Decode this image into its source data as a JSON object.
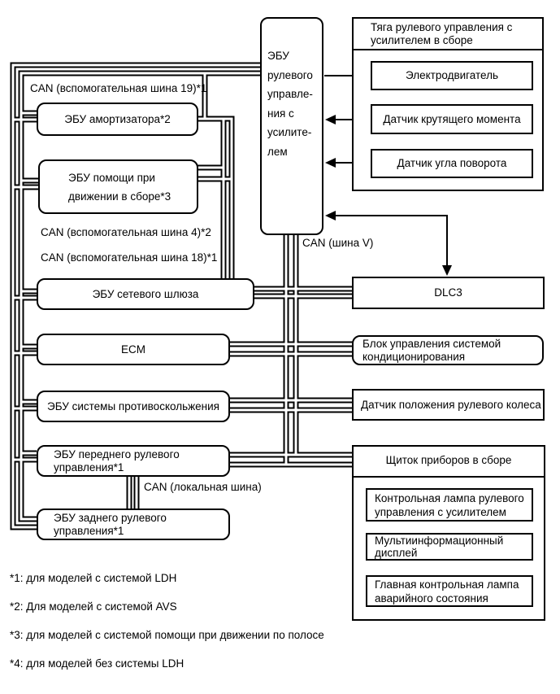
{
  "diagram_title_context": "CAN bus system diagram (power steering)",
  "colors": {
    "line": "#000000",
    "background": "#ffffff",
    "text": "#000000"
  },
  "labels": {
    "bus19": "CAN (вспомогательная шина 19)*1",
    "bus4": "CAN (вспомогательная шина 4)*2",
    "bus18": "CAN (вспомогательная шина 18)*1",
    "busV": "CAN (шина V)",
    "busLocal": "CAN (локальная шина)"
  },
  "boxes": {
    "ecu_steering": [
      "ЭБУ",
      "рулевого",
      "управле-",
      "ния с",
      "усилите-",
      "лем"
    ],
    "absorber": "ЭБУ амортизатора*2",
    "drive_assist": [
      "ЭБУ помощи при",
      "движении в сборе*3"
    ],
    "gateway": "ЭБУ сетевого шлюза",
    "ecm": "ECM",
    "skid_control": "ЭБУ системы противоскольжения",
    "front_steering": [
      "ЭБУ переднего рулевого",
      "управления*1"
    ],
    "rear_steering": [
      "ЭБУ заднего рулевого",
      "управления*1"
    ],
    "rack_group_title": [
      "Тяга рулевого управления с",
      "усилителем в сборе"
    ],
    "motor": "Электродвигатель",
    "torque_sensor": "Датчик крутящего момента",
    "angle_sensor": "Датчик угла поворота",
    "dlc3": "DLC3",
    "ac_control": [
      "Блок управления системой",
      "кондиционирования"
    ],
    "wheel_sensor": "Датчик положения рулевого колеса",
    "cluster_title": "Щиток приборов в сборе",
    "ps_lamp": [
      "Контрольная лампа рулевого",
      "управления с усилителем"
    ],
    "multi_display": [
      "Мультиинформационный",
      "дисплей"
    ],
    "master_lamp": [
      "Главная контрольная лампа",
      "аварийного состояния"
    ]
  },
  "footnotes": [
    "*1: для моделей с системой LDH",
    "*2: Для моделей с системой AVS",
    "*3: для моделей с системой помощи при движении по полосе",
    "*4: для моделей без системы LDH"
  ]
}
